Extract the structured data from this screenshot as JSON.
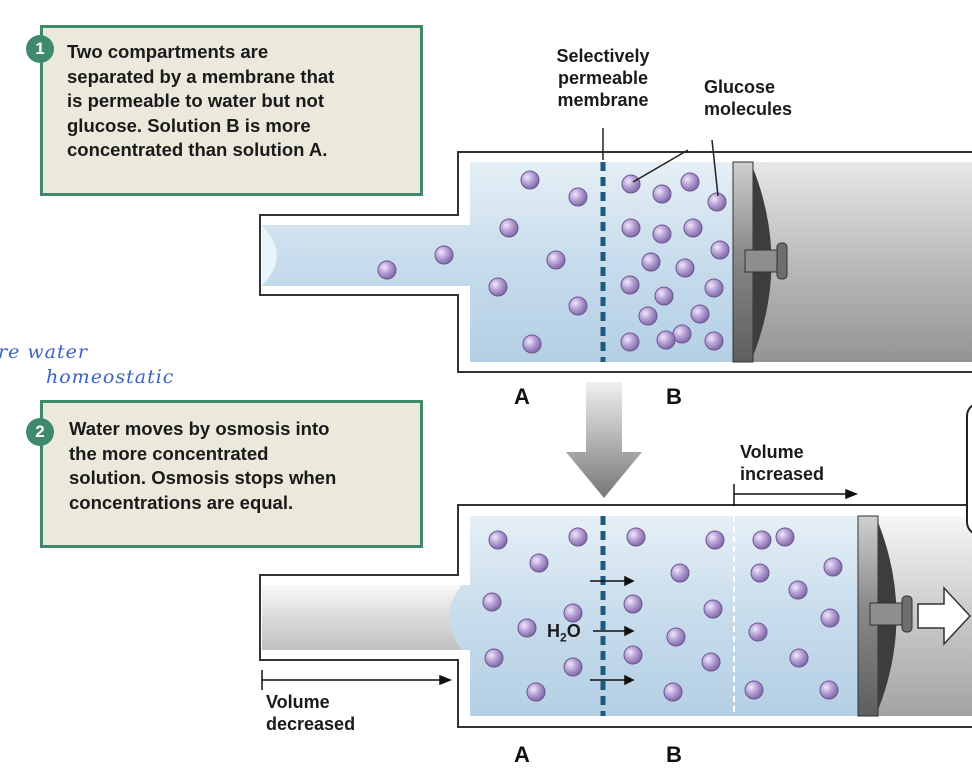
{
  "step1": {
    "number": "1",
    "lines": [
      "Two compartments are",
      "separated by a membrane that",
      "is permeable to water but not",
      "glucose. Solution B is more",
      "concentrated than solution A."
    ]
  },
  "step2": {
    "number": "2",
    "lines": [
      "Water moves by osmosis into",
      "the more concentrated",
      "solution. Osmosis stops when",
      "concentrations are equal."
    ]
  },
  "labels": {
    "membrane": [
      "Selectively",
      "permeable",
      "membrane"
    ],
    "glucose": [
      "Glucose",
      "molecules"
    ],
    "compartment_a": "A",
    "compartment_b": "B",
    "volume_increased": [
      "Volume",
      "increased"
    ],
    "volume_decreased": [
      "Volume",
      "decreased"
    ],
    "water_formula": "H",
    "water_subscript": "2",
    "water_suffix": "O"
  },
  "handwriting": {
    "line1": "re water",
    "line2": "homeostatic"
  },
  "colors": {
    "box_fill": "#ebe8dc",
    "box_border": "#3f8a6c",
    "solution": "#cde3f0",
    "membrane": "#1d5a80",
    "glucose": "#9f86bf",
    "handwriting": "#3a63c4"
  }
}
